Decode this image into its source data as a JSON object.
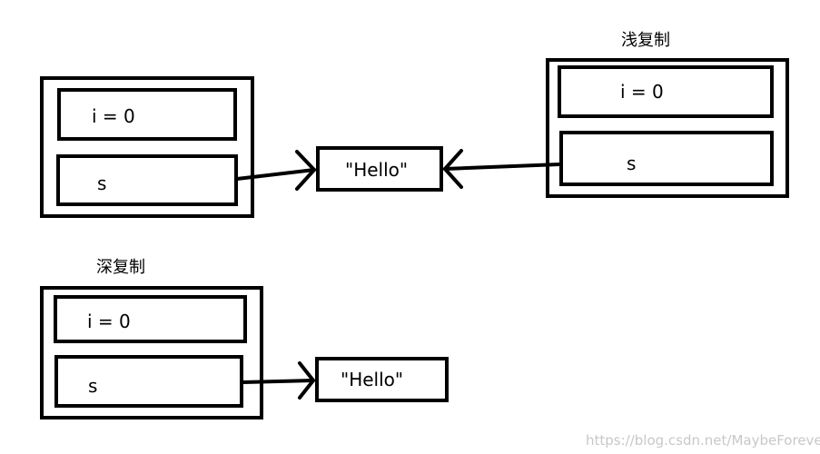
{
  "captions": {
    "shallow": "浅复制",
    "deep": "深复制"
  },
  "original": {
    "field_i": "i = 0",
    "field_s": "s"
  },
  "shallow_copy": {
    "field_i": "i = 0",
    "field_s": "s"
  },
  "deep_copy": {
    "field_i": "i = 0",
    "field_s": "s"
  },
  "strings": {
    "shared": "\"Hello\"",
    "deep": "\"Hello\""
  },
  "watermark": "https://blog.csdn.net/MaybeForever"
}
